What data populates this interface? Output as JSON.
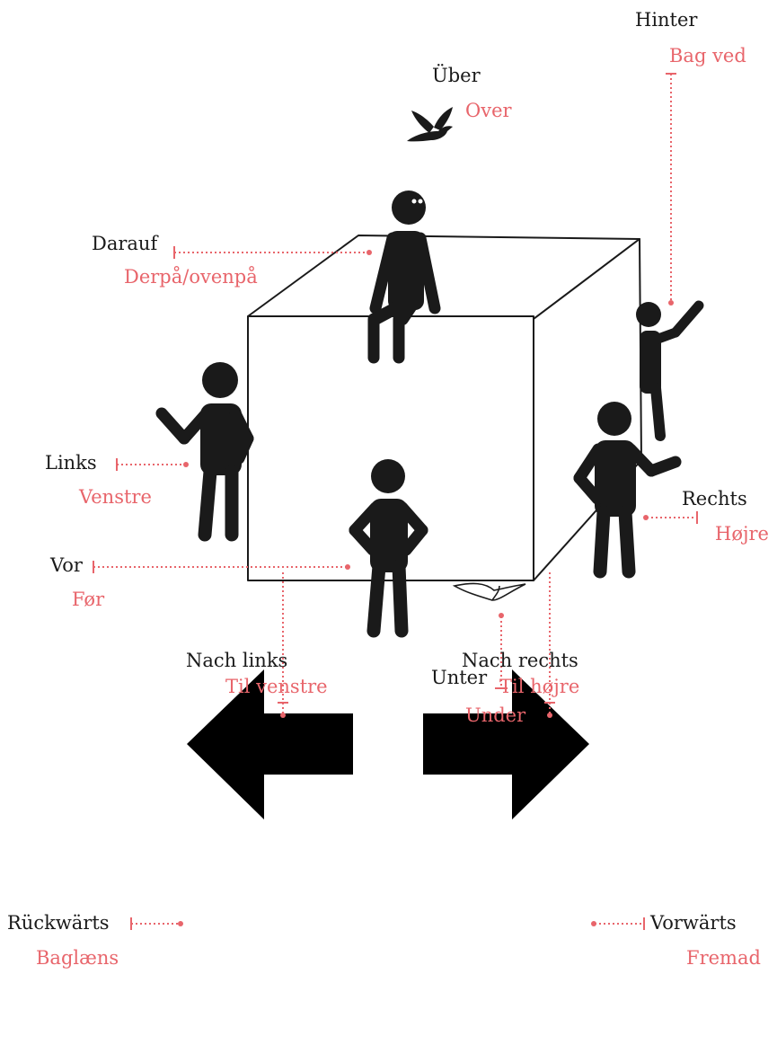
{
  "colors": {
    "ink": "#1a1a1a",
    "accent": "#e8656b",
    "background": "#ffffff"
  },
  "labels": {
    "hinter": {
      "de": "Hinter",
      "da": "Bag ved"
    },
    "ueber": {
      "de": "Über",
      "da": "Over"
    },
    "darauf": {
      "de": "Darauf",
      "da": "Derpå/ovenpå"
    },
    "links": {
      "de": "Links",
      "da": "Venstre"
    },
    "rechts": {
      "de": "Rechts",
      "da": "Højre"
    },
    "vor": {
      "de": "Vor",
      "da": "Før"
    },
    "unter": {
      "de": "Unter",
      "da": "Under"
    },
    "nach_links": {
      "de": "Nach links",
      "da": "Til venstre"
    },
    "nach_rechts": {
      "de": "Nach rechts",
      "da": "Til højre"
    },
    "rueckwaerts": {
      "de": "Rückwärts",
      "da": "Baglæns"
    },
    "vorwaerts": {
      "de": "Vorwärts",
      "da": "Fremad"
    }
  },
  "icons": [
    "bird-icon",
    "stick-figure-icon",
    "left-arrow-icon",
    "right-arrow-icon",
    "paper-sheet-icon"
  ]
}
